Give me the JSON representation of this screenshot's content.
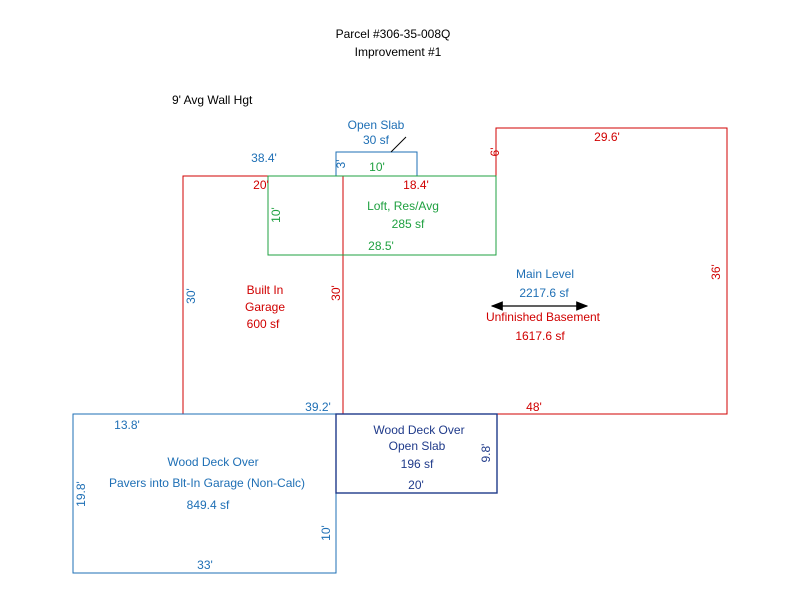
{
  "header": {
    "parcel": "Parcel #306-35-008Q",
    "improvement": "Improvement #1",
    "wall_height": "9' Avg Wall Hgt"
  },
  "colors": {
    "red": "#d00000",
    "blue": "#1e6fb5",
    "green": "#1fa040",
    "navy": "#1f3a8a",
    "black": "#000000"
  },
  "areas": {
    "open_slab_top": {
      "name": "Open Slab",
      "area": "30 sf"
    },
    "loft": {
      "name": "Loft, Res/Avg",
      "area": "285 sf"
    },
    "garage": {
      "name_line1": "Built In",
      "name_line2": "Garage",
      "area": "600 sf"
    },
    "main_level": {
      "name": "Main Level",
      "area": "2217.6 sf"
    },
    "basement": {
      "name": "Unfinished Basement",
      "area": "1617.6 sf"
    },
    "deck_left": {
      "name_line1": "Wood Deck Over",
      "name_line2": "Pavers into Blt-In Garage (Non-Calc)",
      "area": "849.4 sf"
    },
    "deck_middle": {
      "name_line1": "Wood Deck Over",
      "name_line2": "Open Slab",
      "area": "196 sf"
    }
  },
  "dimensions": {
    "d_38_4": "38.4'",
    "d_3": "3'",
    "d_10_slab": "10'",
    "d_20_top": "20'",
    "d_18_4": "18.4'",
    "d_6": "6'",
    "d_29_6": "29.6'",
    "d_10_loft": "10'",
    "d_28_5": "28.5'",
    "d_30_left": "30'",
    "d_30_mid": "30'",
    "d_36": "36'",
    "d_39_2": "39.2'",
    "d_48": "48'",
    "d_13_8": "13.8'",
    "d_19_8": "19.8'",
    "d_10_deck": "10'",
    "d_33": "33'",
    "d_9_8": "9.8'",
    "d_20_deck": "20'"
  }
}
